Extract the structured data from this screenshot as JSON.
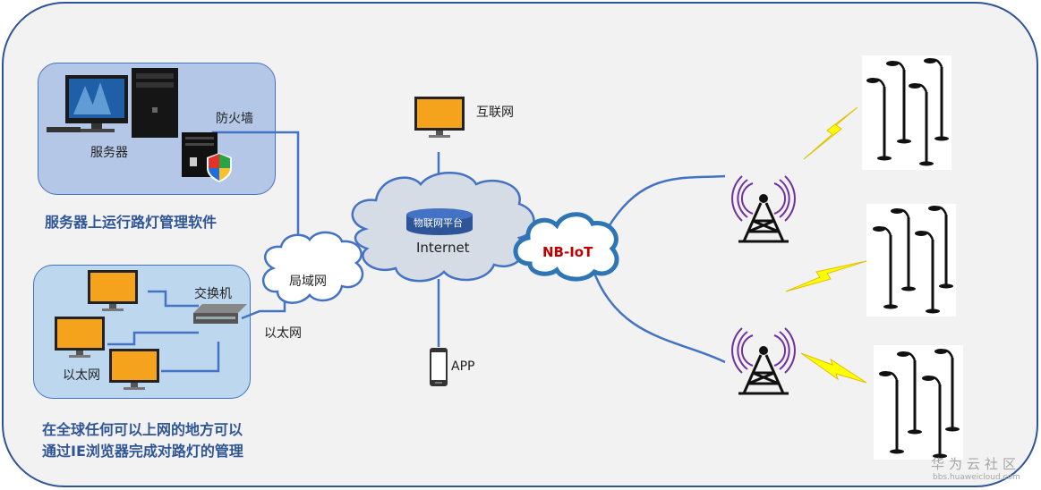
{
  "labels": {
    "server": "服务器",
    "firewall": "防火墙",
    "server_caption": "服务器上运行路灯管理软件",
    "switch": "交换机",
    "ethernet_inner": "以太网",
    "ethernet_outer": "以太网",
    "lan": "局域网",
    "platform": "物联网平台",
    "internet": "Internet",
    "internet_cn": "互联网",
    "app": "APP",
    "nbiot": "NB-IoT",
    "caption_line1": "在全球任何可以上网的地方可以",
    "caption_line2": "通过IE浏览器完成对路灯的管理"
  },
  "watermark": {
    "name": "华为云社区",
    "url": "bbs.huaweicloud.com"
  },
  "colors": {
    "frame": "#2f5597",
    "link": "#4472c4",
    "monitor": "#f5a21c",
    "nbiot_text": "#c00000",
    "lightning": "#ffff00",
    "cloud": "#d6dce5"
  },
  "icons": [
    "desktop-server-icon",
    "firewall-icon",
    "shield-icon",
    "monitor-icon",
    "switch-icon",
    "phone-icon",
    "cell-tower-icon",
    "street-lamp-icon",
    "lightning-icon",
    "database-icon"
  ]
}
